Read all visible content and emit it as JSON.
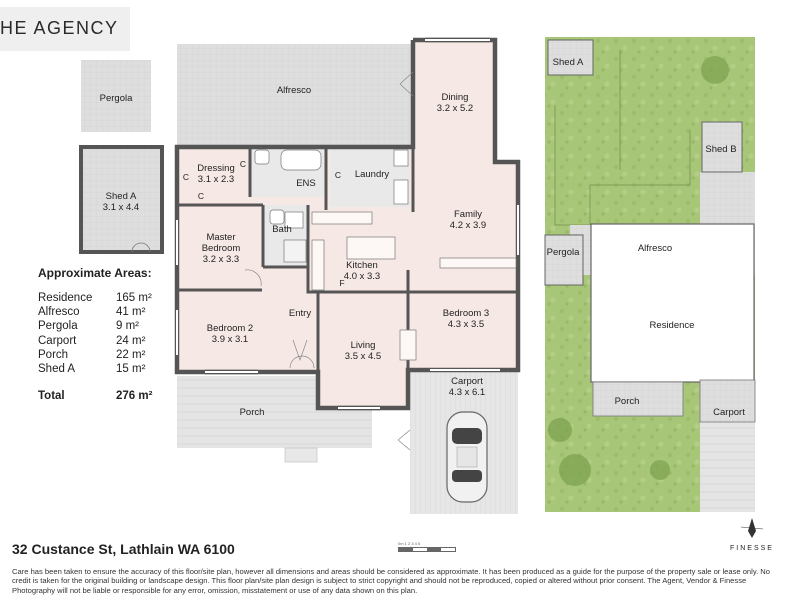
{
  "brand": {
    "logo_text": "HE AGENCY",
    "credit": "FINESSE"
  },
  "floorplan": {
    "alfresco": "Alfresco",
    "pergola": "Pergola",
    "shed_a": {
      "name": "Shed A",
      "size": "3.1 x 4.4"
    },
    "dining": {
      "name": "Dining",
      "size": "3.2 x 5.2"
    },
    "dressing": {
      "name": "Dressing",
      "size": "3.1 x 2.3"
    },
    "ens": "ENS",
    "laundry": "Laundry",
    "family": {
      "name": "Family",
      "size": "4.2 x 3.9"
    },
    "master": {
      "name1": "Master",
      "name2": "Bedroom",
      "size": "3.2 x 3.3"
    },
    "bath": "Bath",
    "kitchen": {
      "name": "Kitchen",
      "size": "4.0 x 3.3"
    },
    "bedroom2": {
      "name": "Bedroom 2",
      "size": "3.9 x 3.1"
    },
    "entry": "Entry",
    "living": {
      "name": "Living",
      "size": "3.5 x 4.5"
    },
    "bedroom3": {
      "name": "Bedroom 3",
      "size": "4.3 x 3.5"
    },
    "carport": {
      "name": "Carport",
      "size": "4.3 x 6.1"
    },
    "porch": "Porch",
    "closet": "C",
    "fridge": "F"
  },
  "siteplan": {
    "shed_a": "Shed A",
    "shed_b": "Shed B",
    "pergola": "Pergola",
    "alfresco": "Alfresco",
    "residence": "Residence",
    "porch": "Porch",
    "carport": "Carport"
  },
  "areas": {
    "title": "Approximate Areas:",
    "rows": [
      {
        "label": "Residence",
        "value": "165 m²"
      },
      {
        "label": "Alfresco",
        "value": "41 m²"
      },
      {
        "label": "Pergola",
        "value": "9 m²"
      },
      {
        "label": "Carport",
        "value": "24 m²"
      },
      {
        "label": "Porch",
        "value": "22 m²"
      },
      {
        "label": "Shed A",
        "value": "15 m²"
      }
    ],
    "total_label": "Total",
    "total_value": "276 m²"
  },
  "scale_text": "0m 1 2 3 4 5",
  "address": "32 Custance St, Lathlain WA 6100",
  "disclaimer": "Care has been taken to ensure the accuracy of this floor/site plan, however all dimensions and areas should be considered as approximate. It has been produced as a guide for the purpose of the property sale or lease only. No credit is taken for the original building or landscape design. This floor plan/site plan design is subject to strict copyright and should not be reproduced, copied or altered without prior consent. The Agent, Vendor & Finesse Photography will not be liable or responsible for any error, omission, misstatement or use of any data shown on this plan.",
  "colors": {
    "wall": "#555555",
    "floor": "#f6e9e5",
    "outdoor": "#d8d8d8",
    "lawn": "#a9c779",
    "tile": "#e3e3e3"
  }
}
